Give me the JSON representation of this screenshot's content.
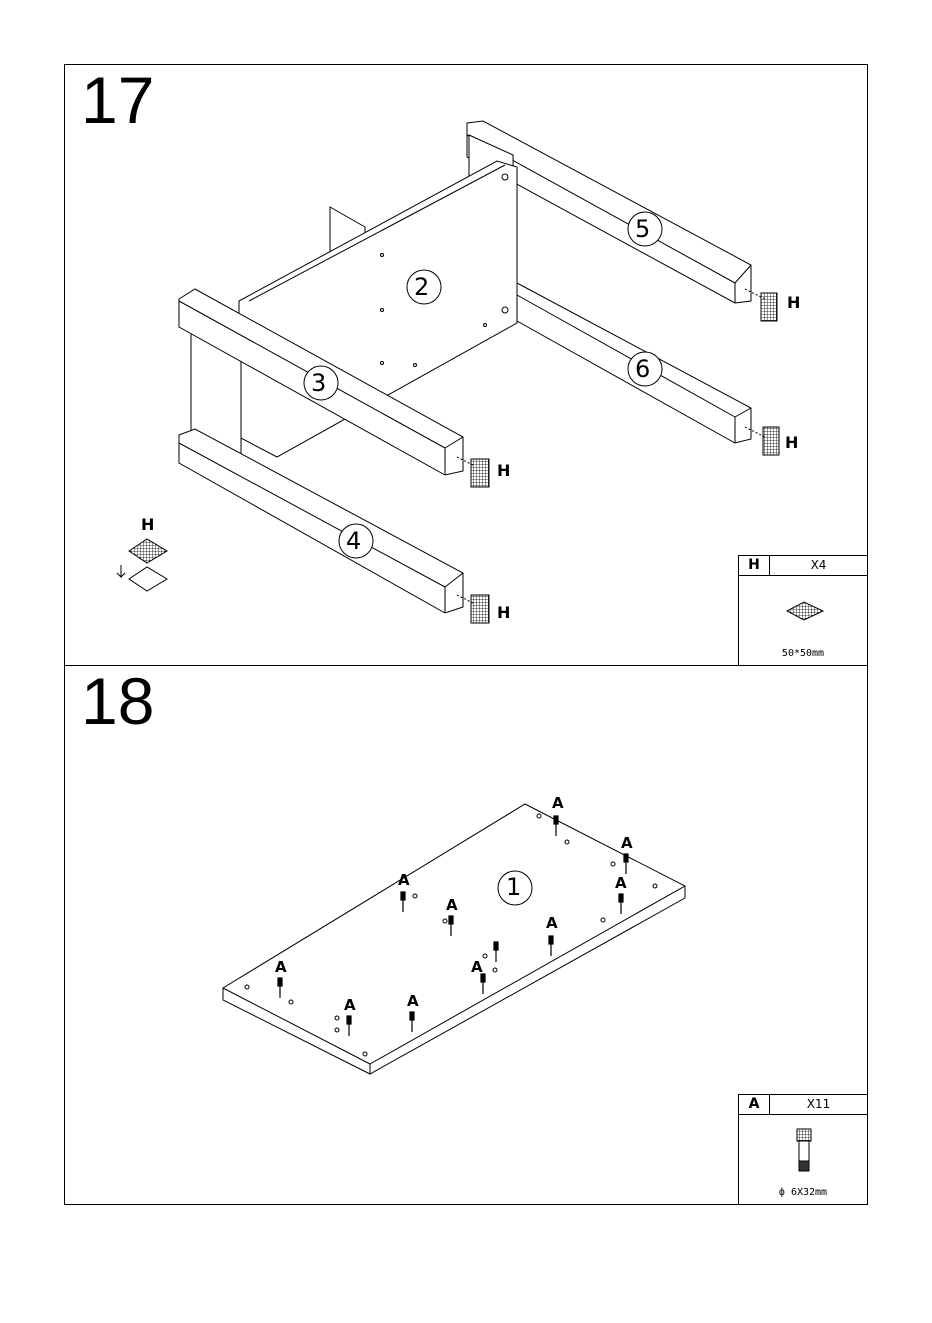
{
  "steps": [
    {
      "number": "17",
      "part_labels": [
        "2",
        "3",
        "4",
        "5",
        "6"
      ],
      "hardware_label": "H",
      "parts_box": {
        "letter": "H",
        "quantity": "X4",
        "size": "50*50mm"
      }
    },
    {
      "number": "18",
      "part_labels": [
        "1"
      ],
      "hardware_label": "A",
      "parts_box": {
        "letter": "A",
        "quantity": "X11",
        "size": "ф 6X32mm"
      }
    }
  ]
}
